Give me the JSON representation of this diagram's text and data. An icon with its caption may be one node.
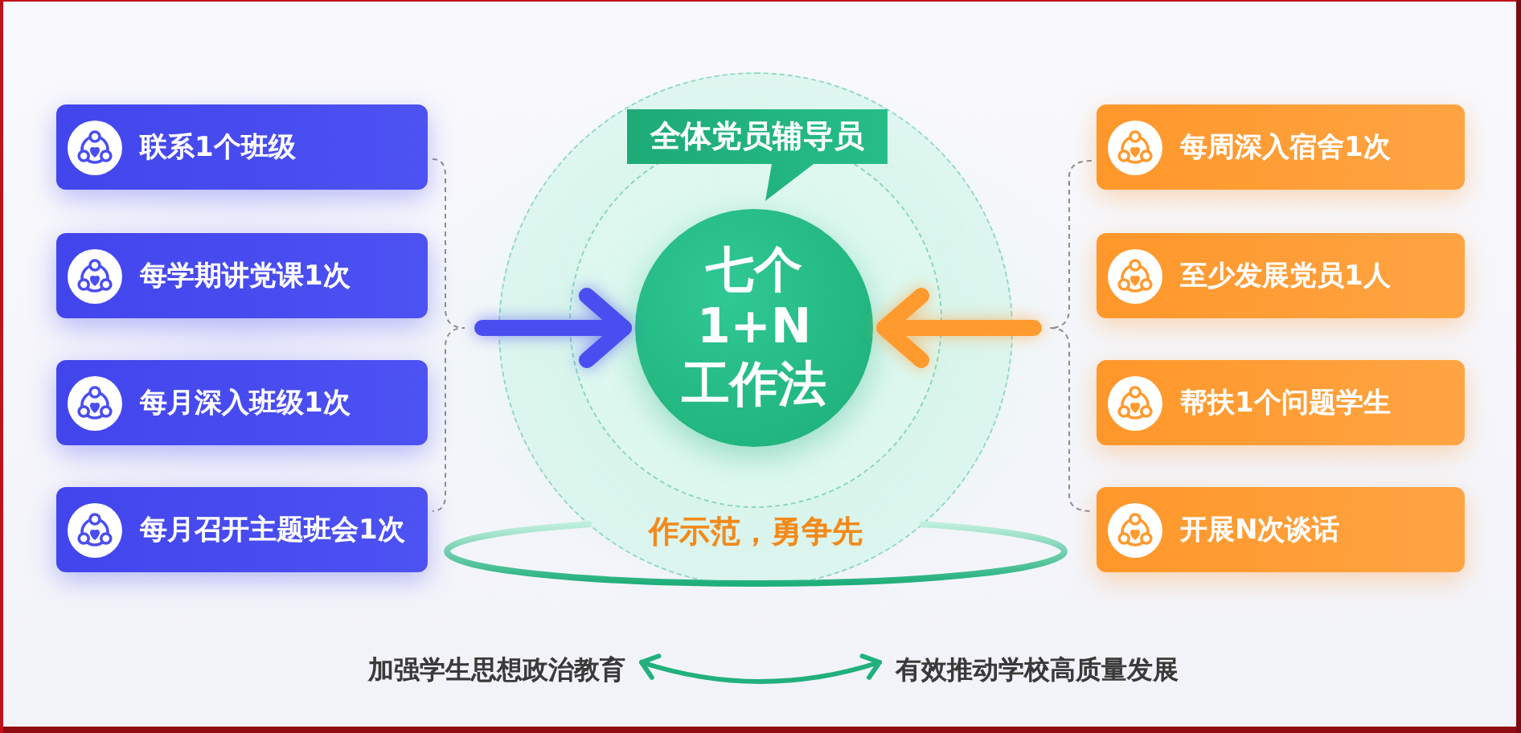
{
  "diagram": {
    "nodes": [
      {
        "text": [
          "联系1个班级"
        ]
      },
      {
        "text": [
          "每学期讲党课1次"
        ]
      },
      {
        "text": [
          "每月深入班级1次"
        ]
      },
      {
        "text": [
          "每月召开主题班会1次"
        ]
      },
      {
        "text": [
          "作示范，勇争先"
        ]
      },
      {
        "text": [
          "全体党员辅导员"
        ],
        "in": 4
      },
      {
        "text": [
          "七个1+N工作法"
        ],
        "in": 4
      },
      {
        "text": [
          "每周深入宿舍1次"
        ]
      },
      {
        "text": [
          "至少发展党员1人"
        ]
      },
      {
        "text": [
          "帮扶1个问题学生"
        ]
      },
      {
        "text": [
          "开展N次谈话"
        ]
      },
      {
        "text": [
          "加强学生思想政治教育"
        ]
      },
      {
        "text": [
          "有效推动学校高质量发展"
        ]
      }
    ],
    "edges": [
      {
        "from": null,
        "to": 6,
        "arrow": "to",
        "color": "#4a4ef0"
      },
      {
        "from": null,
        "to": 6,
        "arrow": "to",
        "color": "#ff9a2e"
      },
      {
        "from": 11,
        "to": 12,
        "arrow": "both",
        "color": "#22b07d"
      }
    ]
  }
}
